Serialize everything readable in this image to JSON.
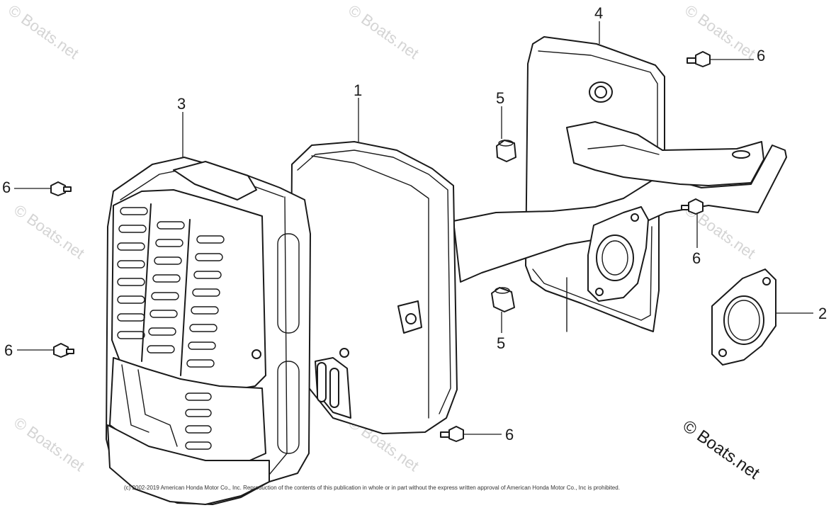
{
  "watermark": "© Boats.net",
  "copyright": "(c) 2002-2019 American Honda Motor Co., Inc. Reproduction of the contents of this publication in whole or in part without the express written approval of American Honda Motor Co., Inc is prohibited.",
  "callouts": [
    {
      "id": "label-1",
      "text": "1"
    },
    {
      "id": "label-2",
      "text": "2"
    },
    {
      "id": "label-3",
      "text": "3"
    },
    {
      "id": "label-4",
      "text": "4"
    },
    {
      "id": "label-5",
      "text": "5"
    }
  ],
  "labels": {
    "p1": "1",
    "p2": "2",
    "p3": "3",
    "p4": "4",
    "p5a": "5",
    "p5b": "5",
    "p6a": "6",
    "p6b": "6",
    "p6c": "6",
    "p6d": "6",
    "p6e": "6"
  }
}
